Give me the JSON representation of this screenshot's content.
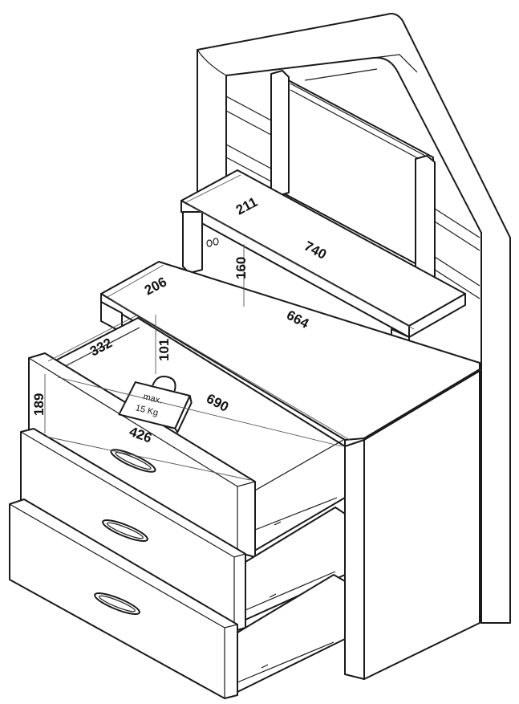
{
  "dimensions": {
    "shelf_depth": "211",
    "shelf_width": "740",
    "shelf_height": "160",
    "desk_depth": "206",
    "desk_width": "664",
    "drawer_depth": "332",
    "drawer_inner_height": "101",
    "drawer_length": "690",
    "drawer_height": "189",
    "drawer_width": "426"
  },
  "weight_tag": {
    "line1": "max.",
    "line2": "15 Kg"
  },
  "colors": {
    "stroke": "#1a1a1a",
    "fill": "#ffffff"
  }
}
